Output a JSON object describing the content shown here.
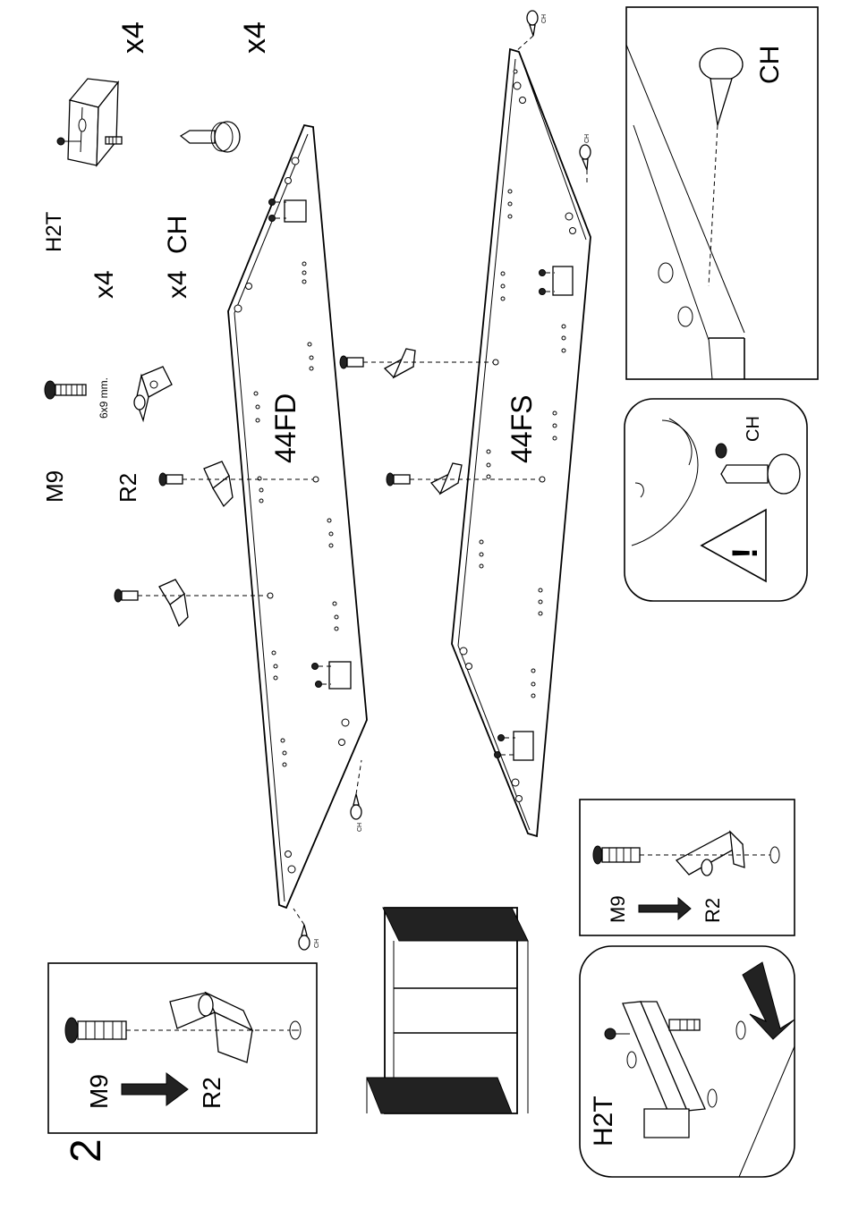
{
  "step": {
    "number": "2"
  },
  "parts_list": {
    "h2t": {
      "code": "H2T",
      "qty": "x4"
    },
    "ch": {
      "code": "CH",
      "qty_right": "x4",
      "qty_left": "x4"
    },
    "m9": {
      "code": "M9",
      "qty": "x4",
      "size": "6x9 mm."
    },
    "r2": {
      "code": "R2",
      "qty": "x4"
    }
  },
  "panels": {
    "top": "44FD",
    "bottom": "44FS"
  },
  "pin_label": "CH",
  "detail_m9_r2": {
    "from": "M9",
    "to": "R2"
  },
  "detail_m9_r2_small": {
    "from": "M9",
    "to": "R2"
  },
  "detail_h2t": {
    "code": "H2T"
  },
  "detail_ch_pin": {
    "code": "CH"
  },
  "warning": {
    "code": "CH",
    "symbol": "!"
  }
}
